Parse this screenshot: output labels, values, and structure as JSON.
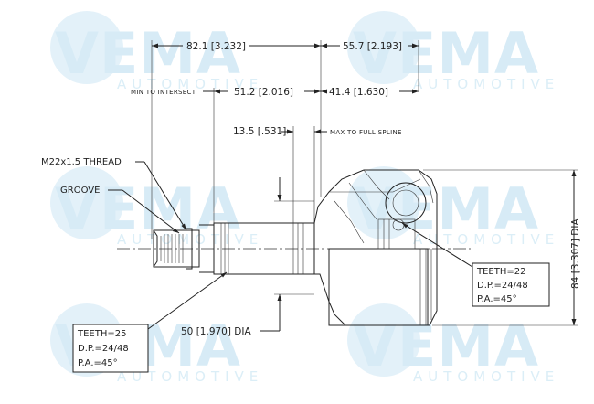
{
  "watermark": {
    "brand": "VEMA",
    "sub": "AUTOMOTIVE"
  },
  "dimensions": {
    "d1": "82.1 [3.232]",
    "d2": "55.7 [2.193]",
    "d3": "51.2 [2.016]",
    "d4": "41.4 [1.630]",
    "d5": "13.5 [.531]",
    "d6": "50 [1.970] DIA",
    "d7": "84 [3.307] DIA"
  },
  "notes": {
    "min_intersect": "MIN TO INTERSECT",
    "max_spline": "MAX TO FULL SPLINE",
    "thread": "M22x1.5 THREAD",
    "groove": "GROOVE"
  },
  "specs_outer": {
    "teeth": "TEETH=22",
    "dp": "D.P.=24/48",
    "pa": "P.A.=45°"
  },
  "specs_inner": {
    "teeth": "TEETH=25",
    "dp": "D.P.=24/48",
    "pa": "P.A.=45°"
  }
}
